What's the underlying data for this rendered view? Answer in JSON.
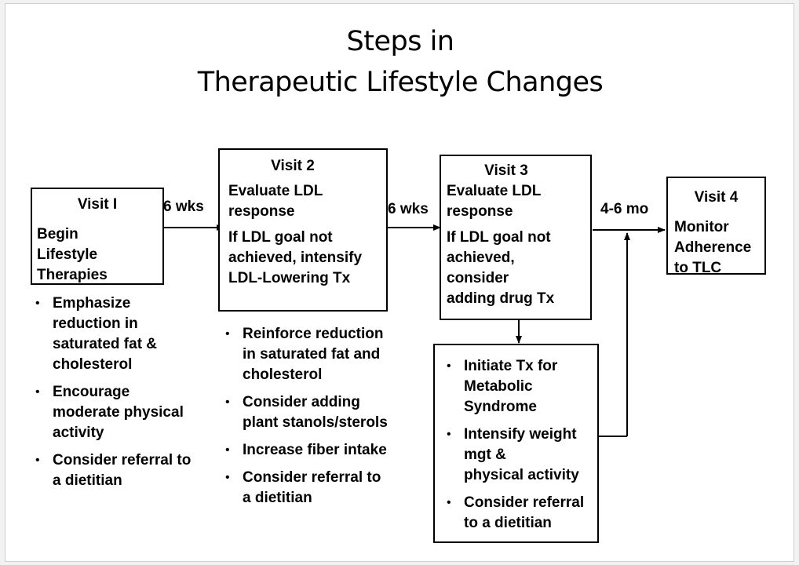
{
  "title_line1": "Steps in",
  "title_line2": "Therapeutic Lifestyle Changes",
  "visit1": {
    "heading": "Visit I",
    "body": [
      "Begin",
      "Lifestyle",
      "Therapies"
    ],
    "bullets": [
      [
        "Emphasize",
        "reduction in",
        "saturated fat &",
        "cholesterol"
      ],
      [
        "Encourage",
        "moderate physical",
        "activity"
      ],
      [
        "Consider referral to",
        "a dietitian"
      ]
    ]
  },
  "interval1": "6 wks",
  "visit2": {
    "heading": "Visit 2",
    "body": [
      "Evaluate LDL",
      "response",
      "If LDL goal not",
      "achieved, intensify",
      "LDL-Lowering Tx"
    ],
    "bullets": [
      [
        "Reinforce reduction",
        "in saturated fat and",
        "cholesterol"
      ],
      [
        "Consider adding",
        "plant stanols/sterols"
      ],
      [
        "Increase fiber intake"
      ],
      [
        "Consider referral to",
        "a dietitian"
      ]
    ]
  },
  "interval2": "6 wks",
  "visit3": {
    "heading": "Visit 3",
    "body": [
      "Evaluate LDL",
      "response",
      "If LDL goal not",
      "achieved,",
      "consider",
      "adding drug Tx"
    ],
    "bullets": [
      [
        "Initiate Tx for",
        "Metabolic",
        "Syndrome"
      ],
      [
        "Intensify weight",
        "mgt &",
        "physical activity"
      ],
      [
        "Consider referral",
        "to a dietitian"
      ]
    ]
  },
  "interval3": "4-6 mo",
  "visit4": {
    "heading": "Visit 4",
    "body": [
      "Monitor",
      "Adherence",
      "to TLC"
    ]
  }
}
